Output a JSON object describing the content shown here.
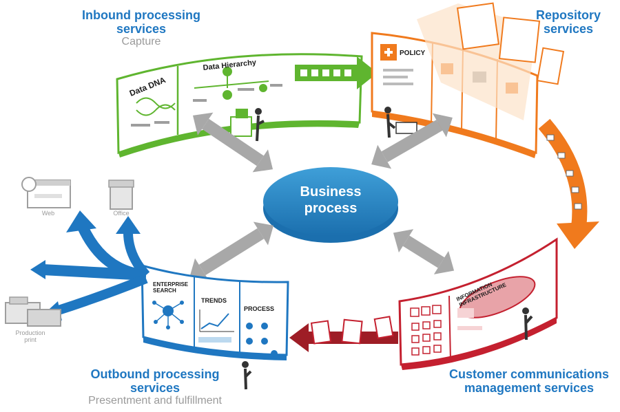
{
  "center": {
    "label_line1": "Business",
    "label_line2": "process"
  },
  "inbound": {
    "title_line1": "Inbound processing",
    "title_line2": "services",
    "subtitle": "Capture",
    "panel_left": "Data DNA",
    "panel_right": "Data Hierarchy"
  },
  "repository": {
    "title_line1": "Repository",
    "title_line2": "services",
    "panel_label": "POLICY"
  },
  "ccm": {
    "title_line1": "Customer communications",
    "title_line2": "management services",
    "panel_label_line1": "INFORMATION",
    "panel_label_line2": "INFRASTRUCTURE"
  },
  "outbound": {
    "title_line1": "Outbound processing",
    "title_line2": "services",
    "subtitle": "Presentment and fulfillment",
    "panel_search_line1": "ENTERPRISE",
    "panel_search_line2": "SEARCH",
    "panel_trends": "TRENDS",
    "panel_process": "PROCESS"
  },
  "channels": {
    "web": "Web",
    "office": "Office",
    "print_line1": "Production",
    "print_line2": "print"
  },
  "colors": {
    "green": "#5fb52f",
    "orange": "#f07a1d",
    "red": "#c4202f",
    "blue": "#1f77c1",
    "title_blue": "#1f77c1",
    "grey_arrow": "#9e9e9e"
  }
}
